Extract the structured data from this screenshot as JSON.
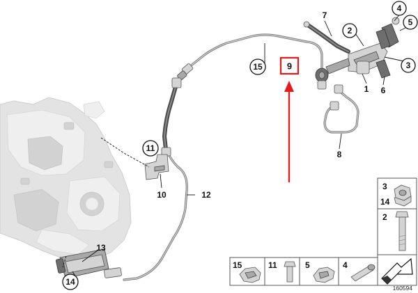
{
  "callouts": {
    "c1": "1",
    "c2": "2",
    "c3": "3",
    "c4": "4",
    "c5": "5",
    "c6": "6",
    "c7": "7",
    "c8": "8",
    "c9": "9",
    "c10": "10",
    "c11": "11",
    "c12": "12",
    "c13": "13",
    "c14": "14",
    "c15": "15"
  },
  "hardware": {
    "cell_15": "15",
    "cell_11": "11",
    "cell_5": "5",
    "cell_4": "4",
    "cell_3": "3",
    "cell_14": "14",
    "cell_2": "2"
  },
  "reference_number": "160594",
  "colors": {
    "highlight": "#e31b1b",
    "line": "#111111"
  }
}
